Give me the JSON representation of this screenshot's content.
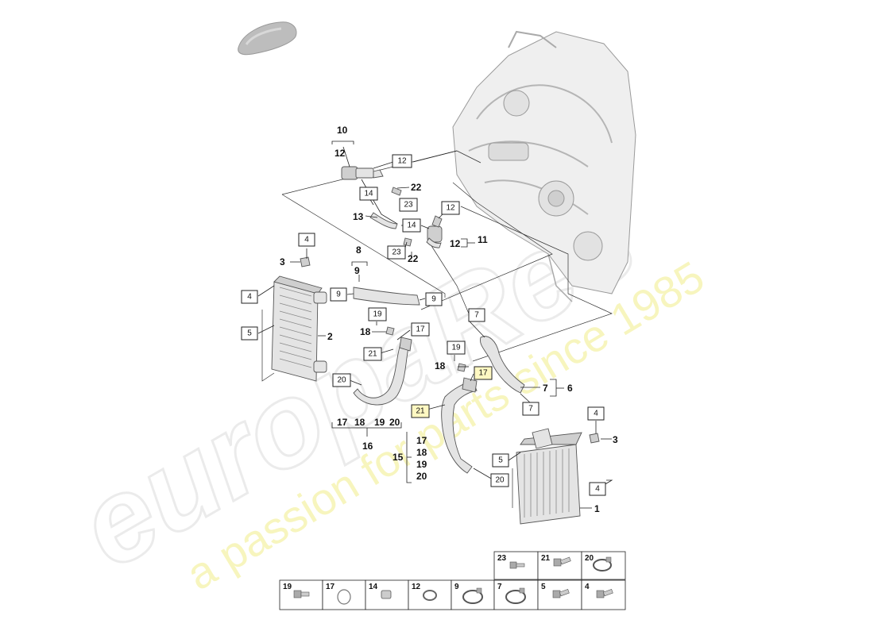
{
  "watermark": {
    "brand": "europaRes",
    "tagline": "a passion for parts since 1985"
  },
  "callouts": {
    "box_12_top": "12",
    "box_12_mid": "12",
    "box_14_left": "14",
    "box_14_right": "14",
    "box_23_left": "23",
    "box_23_right": "23",
    "box_4_top": "4",
    "box_4_left": "4",
    "box_5_left": "5",
    "box_9_left": "9",
    "box_9_right": "9",
    "box_19_left": "19",
    "box_17_left": "17",
    "box_21_left": "21",
    "box_20_left": "20",
    "box_7_upper": "7",
    "box_19_right": "19",
    "box_17_right": "17",
    "box_21_right": "21",
    "box_7_lower": "7",
    "box_4_right": "4",
    "box_5_right": "5",
    "box_20_right": "20",
    "box_4_far_right": "4"
  },
  "labels": {
    "n10": "10",
    "n12_bracket_top": "12",
    "n22_top": "22",
    "n13": "13",
    "n22_mid": "22",
    "n12_11": "12",
    "n11": "11",
    "n8": "8",
    "n9_bracket": "9",
    "n3_left": "3",
    "n2": "2",
    "n18_left": "18",
    "n18_right": "18",
    "n7_bracket": "7",
    "n6": "6",
    "group16_items": [
      "17",
      "18",
      "19",
      "20"
    ],
    "n16": "16",
    "n15": "15",
    "group15_items": [
      "17",
      "18",
      "19",
      "20"
    ],
    "n3_right": "3",
    "n1": "1"
  },
  "legend": {
    "top_row": [
      "23",
      "21",
      "20"
    ],
    "bottom_row": [
      "19",
      "17",
      "14",
      "12",
      "9",
      "7",
      "5",
      "4"
    ]
  }
}
